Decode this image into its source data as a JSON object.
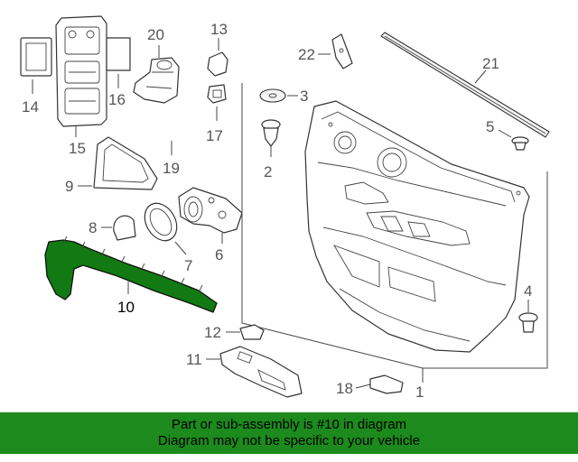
{
  "colors": {
    "highlight": "#127a12",
    "footer_bg": "#1c8a1c",
    "line": "#333333"
  },
  "callouts": {
    "c1": "1",
    "c2": "2",
    "c3": "3",
    "c4": "4",
    "c5": "5",
    "c6": "6",
    "c7": "7",
    "c8": "8",
    "c9": "9",
    "c10": "10",
    "c11": "11",
    "c12": "12",
    "c13": "13",
    "c14": "14",
    "c15": "15",
    "c16": "16",
    "c17": "17",
    "c18": "18",
    "c19": "19",
    "c20": "20",
    "c21": "21",
    "c22": "22"
  },
  "footer": {
    "line1": "Part or sub-assembly is #10 in diagram",
    "line2": "Diagram may not be specific to your vehicle"
  }
}
